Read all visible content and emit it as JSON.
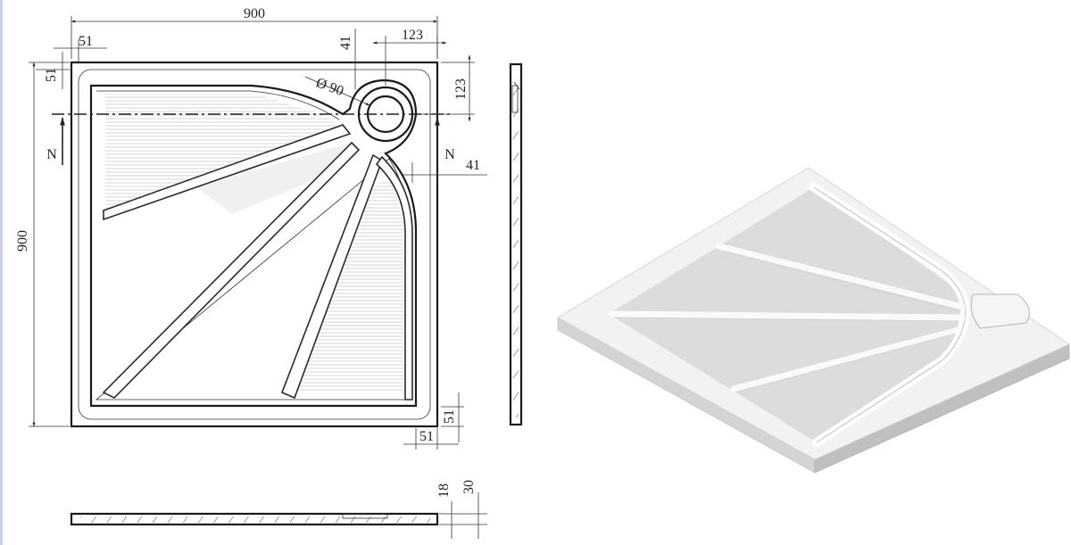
{
  "drawing": {
    "dimensions": {
      "overall_width": "900",
      "overall_height": "900",
      "margin_left": "51",
      "margin_top": "51",
      "drain_offset_top": "41",
      "drain_offset_right": "123",
      "drain_offset_side": "123",
      "drain_offset_right_side": "41",
      "drain_diameter": "Ø 90",
      "margin_right_bottom": "51",
      "margin_bottom": "51",
      "profile_inner_height": "18",
      "profile_total_height": "30"
    },
    "section_marks": {
      "left": "N",
      "right": "N"
    }
  },
  "colors": {
    "line": "#1a1a1a",
    "tray_fill": "#eeeeee",
    "tray_panel": "#d9d9d9",
    "tray_side": "#bfbfbf"
  }
}
